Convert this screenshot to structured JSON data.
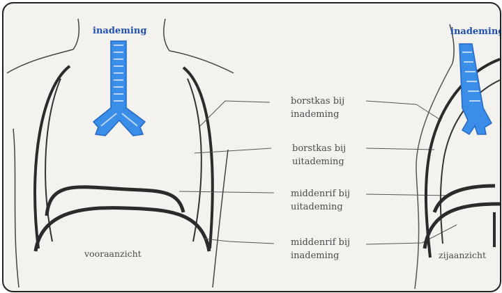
{
  "diagram": {
    "front": {
      "title": "inademing",
      "caption": "vooraanzicht"
    },
    "side": {
      "title": "inademing",
      "caption": "zijaanzicht"
    },
    "labels": [
      {
        "line1": "borstkas bij",
        "line2": "inademing"
      },
      {
        "line1": "borstkas bij",
        "line2": "uitademing"
      },
      {
        "line1": "middenrif bij",
        "line2": "uitademing"
      },
      {
        "line1": "middenrif bij",
        "line2": "inademing"
      }
    ],
    "colors": {
      "airway": "#3a8ee8",
      "outline": "#333333",
      "thick_outline": "#2b2b2b"
    }
  }
}
